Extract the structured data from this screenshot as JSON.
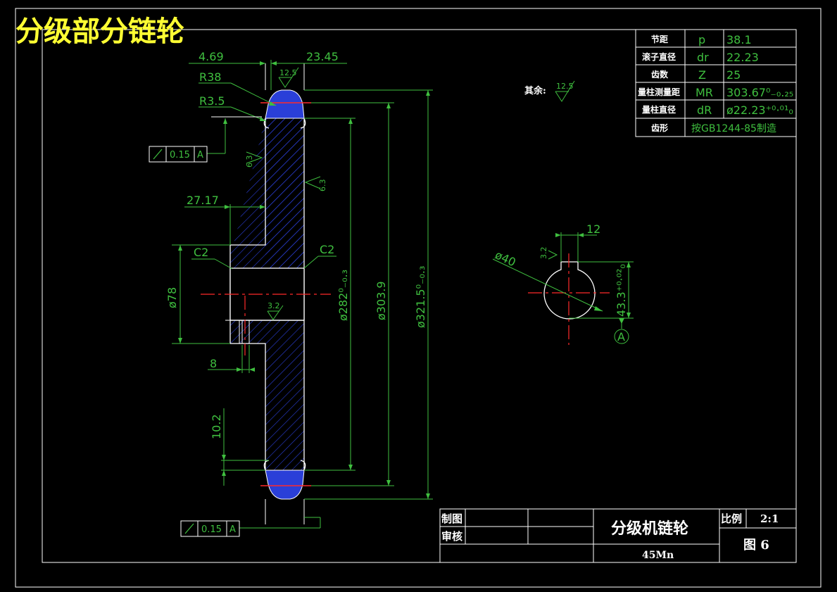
{
  "title": "分级部分链轮",
  "other_finish": {
    "label": "其余:",
    "value": "12.5"
  },
  "param_table": [
    {
      "name": "节距",
      "symbol": "p",
      "value": "38.1"
    },
    {
      "name": "滚子直径",
      "symbol": "dr",
      "value": "22.23"
    },
    {
      "name": "齿数",
      "symbol": "Z",
      "value": "25"
    },
    {
      "name": "量柱测量距",
      "symbol": "MR",
      "value": "303.67⁰₋₀.₂₅"
    },
    {
      "name": "量柱直径",
      "symbol": "dR",
      "value": "ø22.23⁺⁰·⁰¹₀"
    },
    {
      "name": "齿形",
      "symbol": "",
      "value": "按GB1244-85制造"
    }
  ],
  "title_block": {
    "drawn_label": "制图",
    "checked_label": "审核",
    "part_name": "分级机链轮",
    "material": "45Mn",
    "scale_label": "比例",
    "scale_value": "2:1",
    "drawing_no": "图 6"
  },
  "dimensions": {
    "d469": "4.69",
    "d2345": "23.45",
    "r38": "R38",
    "r35": "R3.5",
    "d2717": "27.17",
    "c2_left": "C2",
    "c2_right": "C2",
    "d78": "ø78",
    "d8": "8",
    "d102": "10.2",
    "d282": "ø282⁰₋₀.₃",
    "d3039": "ø303.9",
    "d3215": "ø321.5⁰₋₀.₃",
    "tol_top": "0.15",
    "tol_bottom": "0.15",
    "datum_top": "A",
    "datum_bottom": "A",
    "rough_125": "12.5",
    "rough_63a": "6.3",
    "rough_63b": "6.3",
    "rough_32": "3.2",
    "key_12": "12",
    "key_d40": "ø40",
    "key_32": "3.2",
    "key_433": "43.3⁺⁰·⁰²₀",
    "key_datum": "A"
  }
}
